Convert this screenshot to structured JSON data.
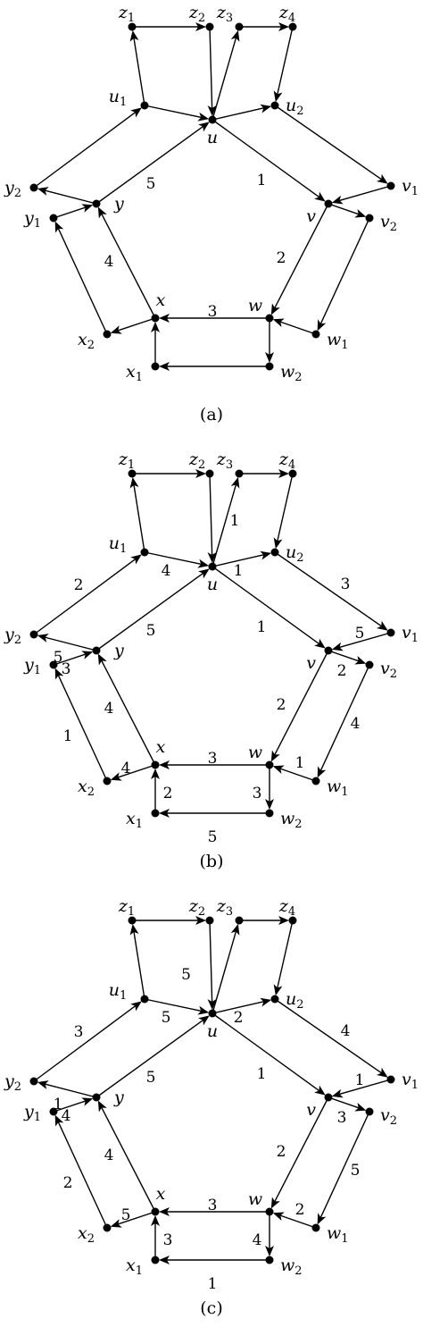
{
  "vertices": [
    {
      "id": "z1",
      "label": "z",
      "sub": "1"
    },
    {
      "id": "z2",
      "label": "z",
      "sub": "2"
    },
    {
      "id": "z3",
      "label": "z",
      "sub": "3"
    },
    {
      "id": "z4",
      "label": "z",
      "sub": "4"
    },
    {
      "id": "u1",
      "label": "u",
      "sub": "1"
    },
    {
      "id": "u",
      "label": "u",
      "sub": ""
    },
    {
      "id": "u2",
      "label": "u",
      "sub": "2"
    },
    {
      "id": "y2",
      "label": "y",
      "sub": "2"
    },
    {
      "id": "y",
      "label": "y",
      "sub": ""
    },
    {
      "id": "y1",
      "label": "y",
      "sub": "1"
    },
    {
      "id": "v",
      "label": "v",
      "sub": ""
    },
    {
      "id": "v1",
      "label": "v",
      "sub": "1"
    },
    {
      "id": "v2",
      "label": "v",
      "sub": "2"
    },
    {
      "id": "x",
      "label": "x",
      "sub": ""
    },
    {
      "id": "x1",
      "label": "x",
      "sub": "1"
    },
    {
      "id": "x2",
      "label": "x",
      "sub": "2"
    },
    {
      "id": "w",
      "label": "w",
      "sub": ""
    },
    {
      "id": "w1",
      "label": "w",
      "sub": "1"
    },
    {
      "id": "w2",
      "label": "w",
      "sub": "2"
    }
  ],
  "edges": [
    {
      "from": "u1",
      "to": "z1"
    },
    {
      "from": "z1",
      "to": "z2"
    },
    {
      "from": "z2",
      "to": "u"
    },
    {
      "from": "u",
      "to": "z3"
    },
    {
      "from": "z3",
      "to": "z4"
    },
    {
      "from": "z4",
      "to": "u2"
    },
    {
      "from": "u1",
      "to": "u"
    },
    {
      "from": "u",
      "to": "u2"
    },
    {
      "from": "y2",
      "to": "u1"
    },
    {
      "from": "u2",
      "to": "v1"
    },
    {
      "from": "y",
      "to": "u"
    },
    {
      "from": "u",
      "to": "v"
    },
    {
      "from": "y",
      "to": "y2"
    },
    {
      "from": "v1",
      "to": "v"
    },
    {
      "from": "y1",
      "to": "y"
    },
    {
      "from": "v",
      "to": "v2"
    },
    {
      "from": "x2",
      "to": "y1"
    },
    {
      "from": "v2",
      "to": "w1"
    },
    {
      "from": "x",
      "to": "y"
    },
    {
      "from": "v",
      "to": "w"
    },
    {
      "from": "x",
      "to": "x2"
    },
    {
      "from": "w1",
      "to": "w"
    },
    {
      "from": "w",
      "to": "x"
    },
    {
      "from": "x1",
      "to": "x"
    },
    {
      "from": "w",
      "to": "w2"
    },
    {
      "from": "w2",
      "to": "x1"
    }
  ],
  "panels": [
    {
      "caption": "(a)",
      "weights": {
        "y-u": "5",
        "u-v": "1",
        "v-w": "2",
        "w-x": "3",
        "x-y": "4"
      }
    },
    {
      "caption": "(b)",
      "weights": {
        "u1-u": "4",
        "u-z3": "1",
        "u-u2": "1",
        "y2-u1": "2",
        "u2-v1": "3",
        "y-u": "5",
        "u-v": "1",
        "y-y2": "5",
        "v1-v": "5",
        "y1-y": "3",
        "v-v2": "2",
        "x2-y1": "1",
        "v2-w1": "4",
        "x-y": "4",
        "v-w": "2",
        "x-x2": "4",
        "w1-w": "1",
        "w-x": "3",
        "x1-x": "2",
        "w-w2": "3",
        "w2-x1": "5"
      }
    },
    {
      "caption": "(c)",
      "weights": {
        "z2-u": "5",
        "u1-u": "5",
        "u-u2": "2",
        "y2-u1": "3",
        "u2-v1": "4",
        "y-u": "5",
        "u-v": "1",
        "y-y2": "1",
        "v1-v": "1",
        "y1-y": "4",
        "v-v2": "3",
        "x2-y1": "2",
        "v2-w1": "5",
        "x-y": "4",
        "v-w": "2",
        "x-x2": "5",
        "w1-w": "2",
        "w-x": "3",
        "x1-x": "3",
        "w-w2": "4",
        "w2-x1": "1"
      }
    }
  ]
}
